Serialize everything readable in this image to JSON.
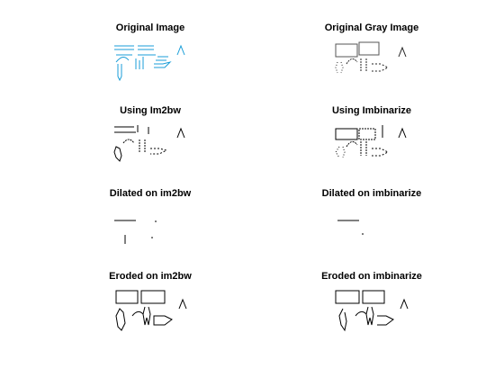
{
  "colors": {
    "background": "#ffffff",
    "ink": "#000000",
    "cyan": "#1a9ed8"
  },
  "panels": [
    {
      "title": "Original Image",
      "style": "cyan"
    },
    {
      "title": "Original Gray Image",
      "style": "gray"
    },
    {
      "title": "Using Im2bw",
      "style": "bw"
    },
    {
      "title": "Using Imbinarize",
      "style": "bin"
    },
    {
      "title": "Dilated on im2bw",
      "style": "dil-bw"
    },
    {
      "title": "Dilated on imbinarize",
      "style": "dil-bin"
    },
    {
      "title": "Eroded on im2bw",
      "style": "ero-bw"
    },
    {
      "title": "Eroded on imbinarize",
      "style": "ero-bin"
    }
  ]
}
